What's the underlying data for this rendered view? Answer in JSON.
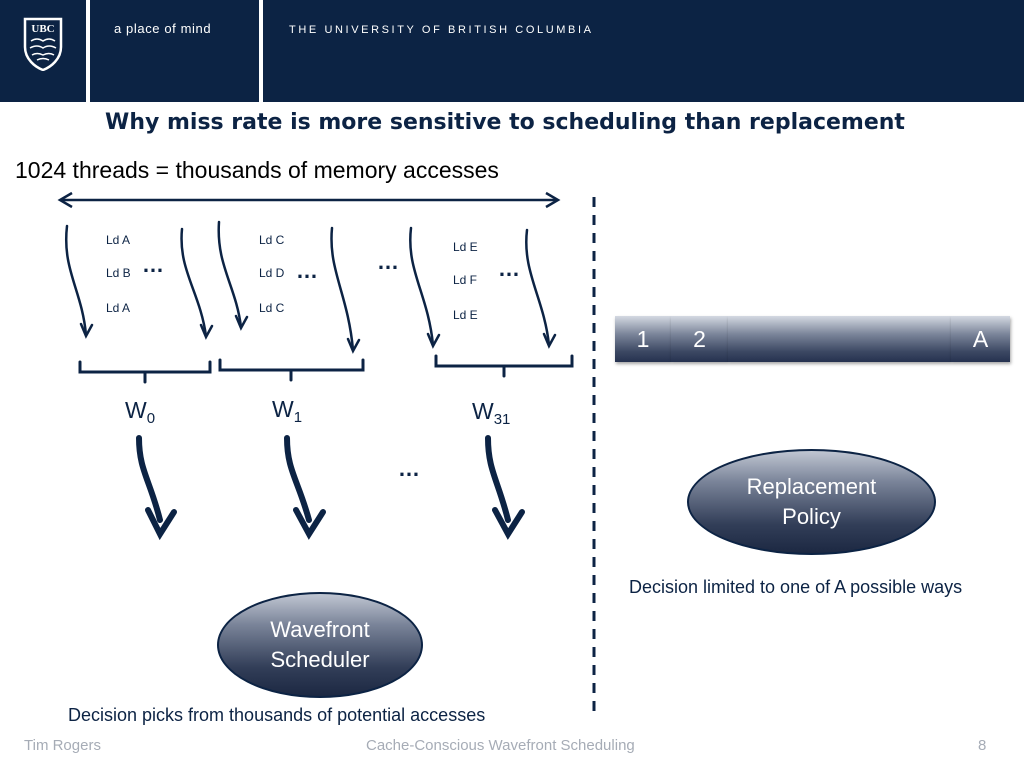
{
  "header": {
    "logo_text": "UBC",
    "tagline": "a place of mind",
    "university": "THE UNIVERSITY OF BRITISH COLUMBIA"
  },
  "slide": {
    "title": "Why miss rate is more sensitive to scheduling than replacement",
    "subtitle": "1024 threads = thousands of memory accesses"
  },
  "warps": [
    {
      "loads": [
        "Ld A",
        "Ld B",
        "Ld A"
      ],
      "label": "W",
      "index": "0"
    },
    {
      "loads": [
        "Ld C",
        "Ld D",
        "Ld C"
      ],
      "label": "W",
      "index": "1"
    },
    {
      "loads": [
        "Ld E",
        "Ld F",
        "Ld E"
      ],
      "label": "W",
      "index": "31"
    }
  ],
  "ellipsis": "…",
  "wavefront_scheduler": {
    "line1": "Wavefront",
    "line2": "Scheduler"
  },
  "scheduler_caption": "Decision picks from thousands of potential accesses",
  "cache_set": {
    "way1": "1",
    "way2": "2",
    "way_last": "A"
  },
  "replacement_policy": {
    "line1": "Replacement",
    "line2": "Policy"
  },
  "replacement_caption": "Decision limited to one of A possible ways",
  "footer": {
    "author": "Tim Rogers",
    "talk_title": "Cache-Conscious Wavefront Scheduling",
    "page_number": "8"
  },
  "colors": {
    "navy": "#0c2344",
    "footer_gray": "#a6acb6"
  }
}
